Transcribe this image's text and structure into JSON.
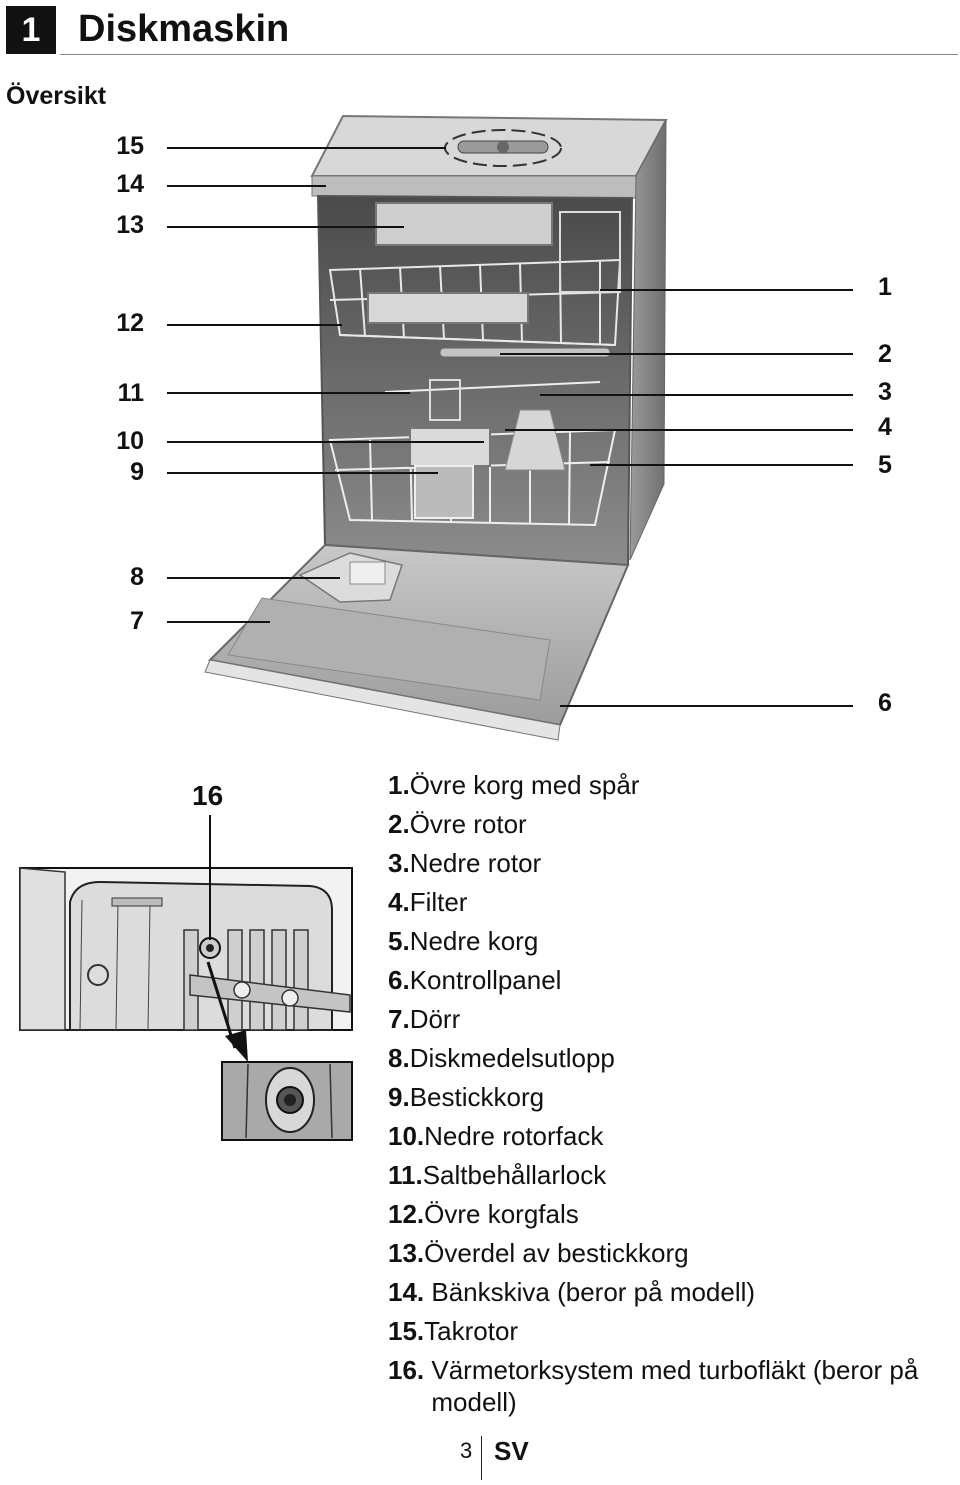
{
  "chapter": {
    "number": "1",
    "title": "Diskmaskin"
  },
  "section": {
    "heading": "Översikt"
  },
  "callouts": {
    "c15": "15",
    "c14": "14",
    "c13": "13",
    "c12": "12",
    "c11": "11",
    "c10": "10",
    "c9": "9",
    "c8": "8",
    "c7": "7",
    "c1": "1",
    "c2": "2",
    "c3": "3",
    "c4": "4",
    "c5": "5",
    "c6": "6",
    "c16": "16"
  },
  "legend": [
    {
      "num": "1.",
      "text": "Övre korg med spår"
    },
    {
      "num": "2.",
      "text": "Övre rotor"
    },
    {
      "num": "3.",
      "text": "Nedre rotor"
    },
    {
      "num": "4.",
      "text": "Filter"
    },
    {
      "num": "5.",
      "text": "Nedre korg"
    },
    {
      "num": "6.",
      "text": "Kontrollpanel"
    },
    {
      "num": "7.",
      "text": "Dörr"
    },
    {
      "num": "8.",
      "text": "Diskmedelsutlopp"
    },
    {
      "num": "9.",
      "text": "Bestickkorg"
    },
    {
      "num": "10.",
      "text": "Nedre rotorfack"
    },
    {
      "num": "11.",
      "text": "Saltbehållarlock"
    },
    {
      "num": "12.",
      "text": "Övre korgfals"
    },
    {
      "num": "13.",
      "text": "Överdel av bestickkorg"
    },
    {
      "num": "14. ",
      "text": "Bänkskiva (beror på modell)"
    },
    {
      "num": "15.",
      "text": "Takrotor"
    },
    {
      "num": "16. ",
      "text": "Värmetorksystem med turbofläkt (beror på modell)"
    }
  ],
  "footer": {
    "page": "3",
    "lang": "SV"
  }
}
